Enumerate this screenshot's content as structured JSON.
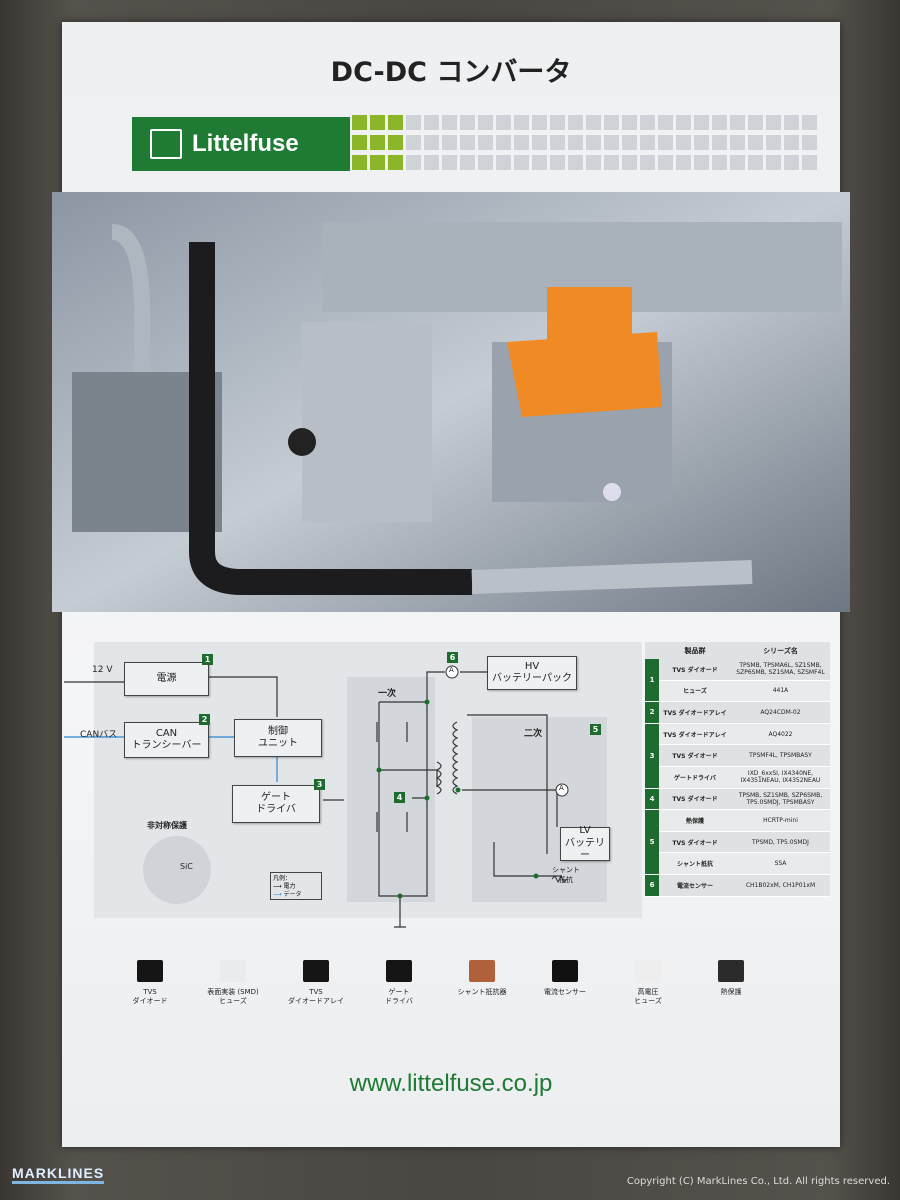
{
  "poster": {
    "title": "DC-DC コンバータ",
    "brand": "Littelfuse",
    "url": "www.littelfuse.co.jp"
  },
  "diagram": {
    "input_12v": "12 V",
    "can_bus": "CANバス",
    "power_supply": "電源",
    "can_transceiver_1": "CAN",
    "can_transceiver_2": "トランシーバー",
    "control_unit_1": "制御",
    "control_unit_2": "ユニット",
    "gate_driver_1": "ゲート",
    "gate_driver_2": "ドライバ",
    "hv_1": "HV",
    "hv_2": "バッテリーパック",
    "lv_1": "LV",
    "lv_2": "バッテリー",
    "primary": "一次",
    "secondary": "二次",
    "shunt_1": "シャント",
    "shunt_2": "抵抗",
    "asym": "非対称保護",
    "sic": "SiC",
    "legend_title": "凡例：",
    "legend_power": "電力",
    "legend_data": "データ",
    "ammeter": "A",
    "numbers": [
      "1",
      "2",
      "3",
      "4",
      "5",
      "6"
    ]
  },
  "table": {
    "headers": [
      "製品群",
      "シリーズ名"
    ],
    "groups": [
      "1",
      "2",
      "3",
      "4",
      "5",
      "6"
    ],
    "rows": [
      [
        "TVS ダイオード",
        "TPSMB, TPSMA6L, SZ1SMB, SZP6SMB, SZ1SMA, SZSMF4L"
      ],
      [
        "ヒューズ",
        "441A"
      ],
      [
        "TVS ダイオードアレイ",
        "AQ24CDM-02"
      ],
      [
        "TVS ダイオードアレイ",
        "AQ4022"
      ],
      [
        "TVS ダイオード",
        "TPSMF4L, TPSMBASY"
      ],
      [
        "ゲートドライバ",
        "IXD_6xxSI, IX4340NE, IX4351NEAU, IX4352NEAU"
      ],
      [
        "TVS ダイオード",
        "TPSMB, SZ1SMB, SZP6SMB, TP5.0SMDJ, TPSMBASY"
      ],
      [
        "熱保護",
        "HCRTP-mini"
      ],
      [
        "TVS ダイオード",
        "TPSMD, TP5.0SMDJ"
      ],
      [
        "シャント抵抗",
        "SSA"
      ],
      [
        "電流センサー",
        "CH1B02xM, CH1P01xM"
      ]
    ]
  },
  "products": [
    {
      "l1": "TVS",
      "l2": "ダイオード"
    },
    {
      "l1": "表面実装 (SMD)",
      "l2": "ヒューズ"
    },
    {
      "l1": "TVS",
      "l2": "ダイオードアレイ"
    },
    {
      "l1": "ゲート",
      "l2": "ドライバ"
    },
    {
      "l1": "シャント抵抗器",
      "l2": ""
    },
    {
      "l1": "電流センサー",
      "l2": ""
    },
    {
      "l1": "高電圧",
      "l2": "ヒューズ"
    },
    {
      "l1": "熱保護",
      "l2": ""
    }
  ],
  "watermark": {
    "logo": "MARKLINES",
    "copyright": "Copyright (C) MarkLines Co., Ltd. All rights reserved."
  },
  "colors": {
    "brand_green": "#1f7a34",
    "lime": "#8db52a",
    "data_blue": "#2a86d4",
    "connector_orange": "#f08a24"
  }
}
